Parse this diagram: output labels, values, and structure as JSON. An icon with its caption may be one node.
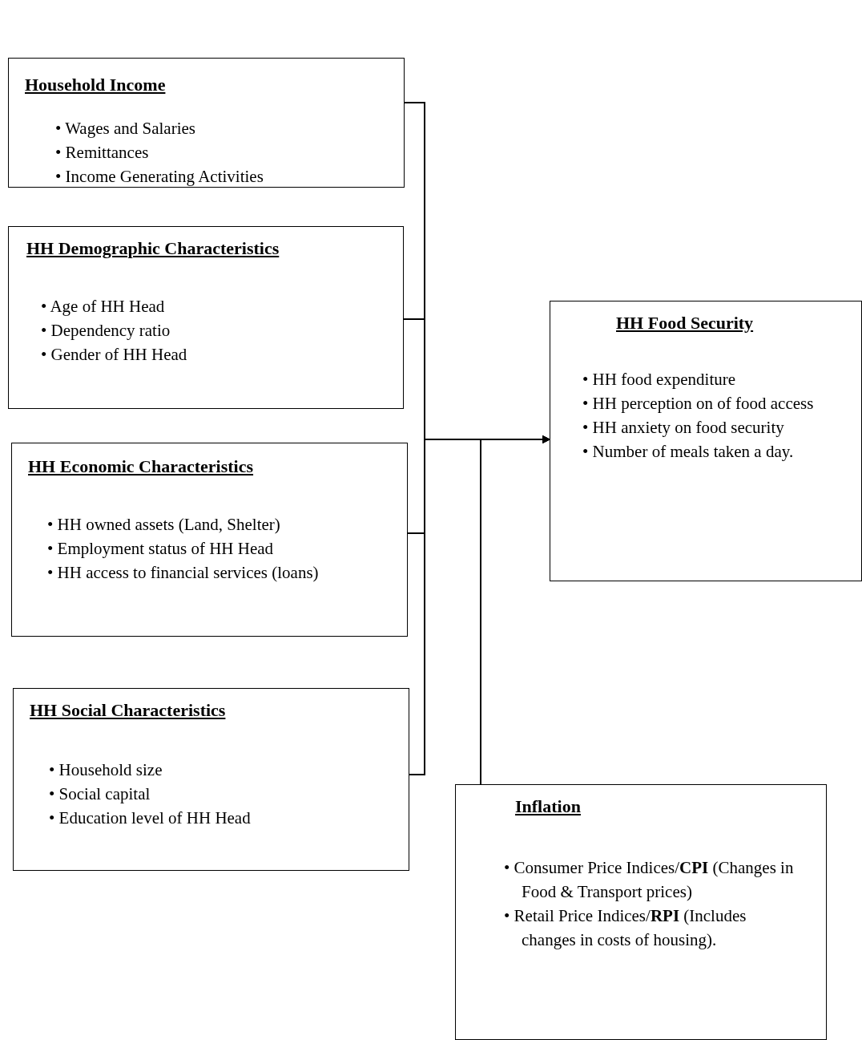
{
  "diagram": {
    "nodes": [
      {
        "text": [
          "Household Income",
          "• Wages and Salaries",
          "• Remittances",
          "• Income Generating Activities"
        ]
      },
      {
        "text": [
          "HH Demographic Characteristics",
          "• Age of HH Head",
          "• Dependency ratio",
          "• Gender of HH Head"
        ]
      },
      {
        "text": [
          "HH Economic Characteristics",
          "• HH owned assets (Land, Shelter)",
          "• Employment status of HH Head",
          "• HH access to financial services (loans)"
        ]
      },
      {
        "text": [
          "HH Social Characteristics",
          "• Household size",
          "• Social capital",
          "• Education level of HH Head"
        ]
      },
      {
        "text": [
          "HH Food Security",
          "• HH food expenditure",
          "• HH perception on of food access",
          "• HH anxiety on food security",
          "• Number of meals taken a day."
        ]
      },
      {
        "text": [
          "Inflation",
          "• Consumer Price Indices/**CPI** (Changes in Food & Transport prices)",
          "• Retail Price Indices/**RPI** (Includes changes in costs of housing)."
        ]
      }
    ],
    "edges": [
      {
        "from": 0,
        "to": 4,
        "arrow": "to"
      },
      {
        "from": 1,
        "to": 4,
        "arrow": "to"
      },
      {
        "from": 2,
        "to": 4,
        "arrow": "to"
      },
      {
        "from": 3,
        "to": 4,
        "arrow": "to"
      },
      {
        "from": 5,
        "to": 4,
        "arrow": "to"
      }
    ]
  }
}
